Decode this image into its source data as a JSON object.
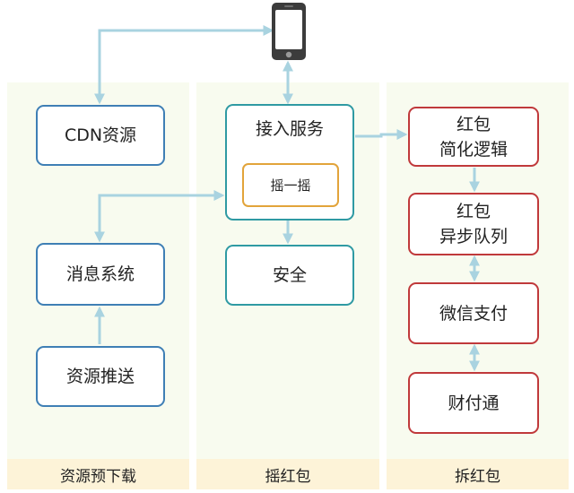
{
  "columns": [
    {
      "footer": "资源预下载"
    },
    {
      "footer": "摇红包"
    },
    {
      "footer": "拆红包"
    }
  ],
  "nodes": {
    "cdn": "CDN资源",
    "message_system": "消息系统",
    "resource_push": "资源推送",
    "access_service": "接入服务",
    "shake": "摇一摇",
    "security": "安全",
    "hb_simplified_logic": "红包\n简化逻辑",
    "hb_async_queue": "红包\n异步队列",
    "wechat_pay": "微信支付",
    "tenpay": "财付通"
  },
  "icons": {
    "phone": "smartphone-icon"
  },
  "colors": {
    "arrow": "#a9d3e0",
    "left_box_border": "#3f7fb5",
    "middle_box_border": "#2f9aa3",
    "right_box_border": "#c0393b",
    "shake_border": "#e2a43b",
    "column_bg": "#f8fbef",
    "footer_bg": "#fdf3d8"
  }
}
